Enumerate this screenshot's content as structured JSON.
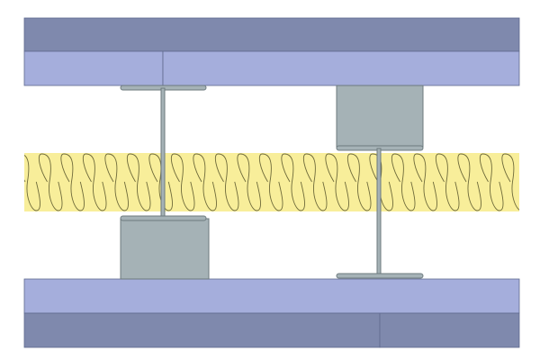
{
  "colors": {
    "outer_board": "#7f89ad",
    "inner_board": "#a5aedc",
    "board_edge": "#5f6a8e",
    "stud": "#a5b2b6",
    "stud_edge": "#6d7a7e",
    "insulation": "#f8ee9a",
    "insulation_line": "#6e6a3a",
    "background": "#ffffff"
  },
  "diagram": {
    "layers": [
      "outer-board-top",
      "inner-board-top",
      "insulation",
      "inner-board-bottom",
      "outer-board-bottom"
    ],
    "studs": [
      "left-stud",
      "right-stud"
    ]
  }
}
